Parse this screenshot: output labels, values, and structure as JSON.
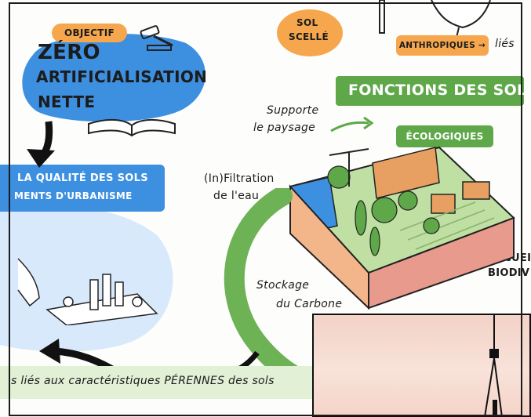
{
  "objective": {
    "tag": "OBJECTIF",
    "line1": "ZÉRO",
    "line2": "ARTIFICIALISATION",
    "line3": "NETTE"
  },
  "sealed_soil": {
    "line1": "SOL",
    "line2": "SCELLÉ"
  },
  "anthropic": {
    "label": "ANTHROPIQUES →",
    "fragment": "liés"
  },
  "soil_functions": {
    "title": "FONCTIONS DES SOLS"
  },
  "ecological": {
    "label": "ÉCOLOGIQUES"
  },
  "landscape": {
    "line1": "Supporte",
    "line2": "le paysage"
  },
  "water": {
    "line1": "(In)Filtration",
    "line2": "de l'eau"
  },
  "carbon": {
    "line1": "Stockage",
    "line2": "du Carbone"
  },
  "biodiversity": {
    "line1": "ACCUEIL",
    "line2": "BIODIV"
  },
  "quality_banner": {
    "line1": "LA QUALITÉ DES SOLS",
    "line2": "MENTS D'URBANISME"
  },
  "bottom_banner": {
    "text": "s liés aux caractéristiques PÉRENNES des sols"
  },
  "colors": {
    "blue": "#3d8fe0",
    "green": "#5fa84a",
    "orange": "#f6a74d",
    "light_green": "#e2f0d6",
    "pink": "#f5d9cf"
  }
}
